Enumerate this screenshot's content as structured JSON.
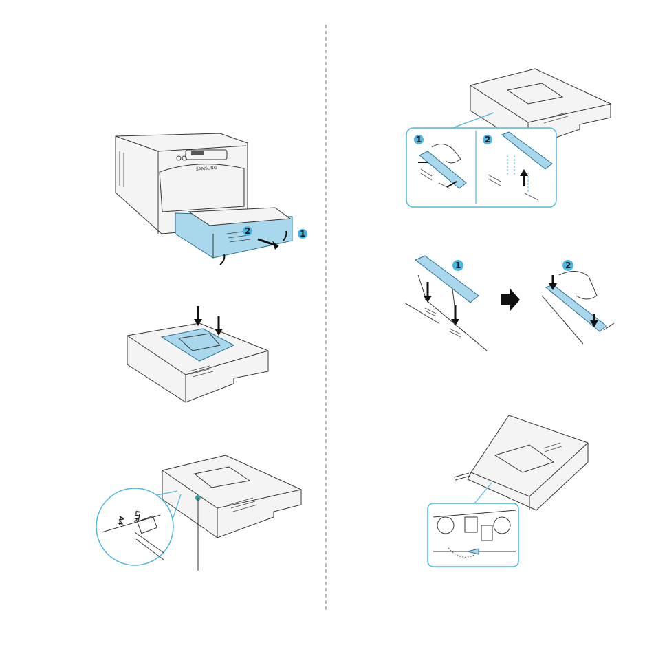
{
  "figures": {
    "printer": {
      "brand": "SAMSUNG",
      "step1": "1",
      "step2": "2"
    },
    "insert_close": {
      "step1": "1",
      "step2": "2"
    },
    "guide_remove": {
      "step1": "1",
      "step2": "2"
    },
    "size_label": {
      "label_ltr": "LTR",
      "label_a4": "A4"
    }
  },
  "colors": {
    "accent_blue": "#4fb6e0",
    "part_blue": "#a9d8ec",
    "line": "#333333"
  }
}
